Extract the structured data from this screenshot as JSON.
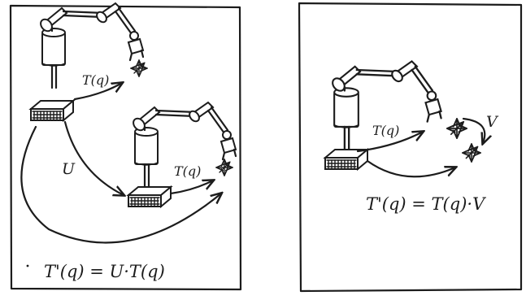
{
  "left_panel": {
    "label_T_top": "T(q)",
    "label_T_mid": "T(q)",
    "label_U": "U",
    "equation": "T'(q) = U·T(q)"
  },
  "right_panel": {
    "label_T": "T(q)",
    "label_V": "V",
    "equation": "T'(q) = T(q)·V"
  },
  "colors": {
    "ink": "#1c1c1c",
    "paper": "#ffffff"
  },
  "icons": [
    "robot-arm",
    "workpiece-block",
    "coordinate-frame",
    "transform-arrow"
  ]
}
